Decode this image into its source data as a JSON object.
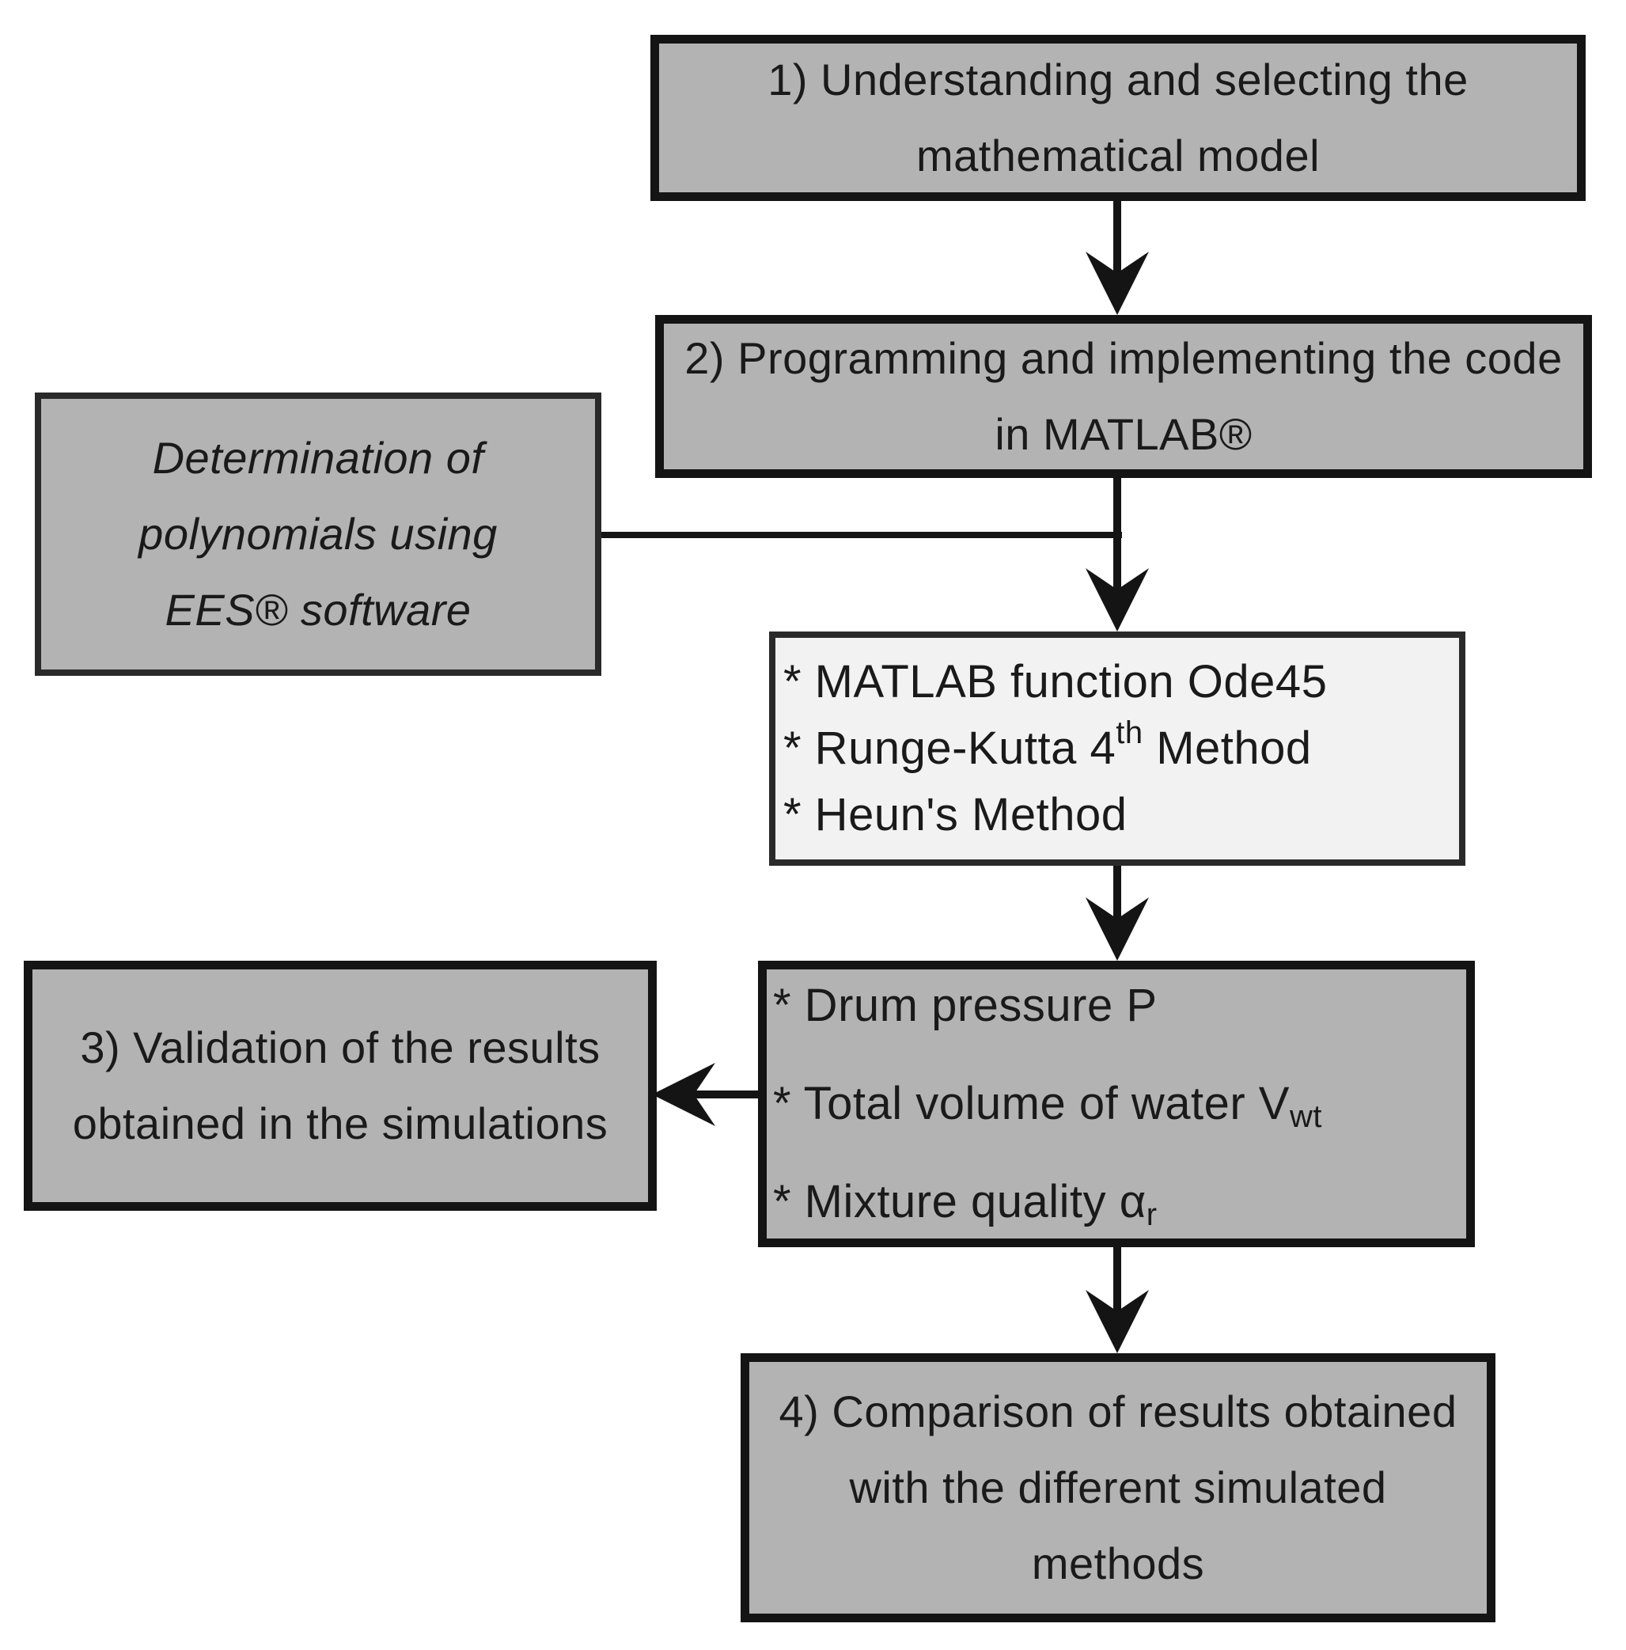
{
  "steps": {
    "step1": "1) Understanding and selecting the mathematical model",
    "step2": "2) Programming and implementing the code in MATLAB®",
    "ees": "Determination of polynomials using EES® software",
    "step3": "3) Validation of the results obtained in the simulations",
    "step4": "4) Comparison of results obtained with the different simulated methods"
  },
  "methods": {
    "ode45": "* MATLAB function Ode45",
    "rk4_prefix": "* Runge-Kutta 4",
    "rk4_sup": "th",
    "rk4_suffix": " Method",
    "heun": "* Heun's Method"
  },
  "outputs": {
    "pressure": "* Drum pressure P",
    "volume_prefix": "* Total volume of water V",
    "volume_sub": "wt",
    "quality_prefix": "* Mixture quality α",
    "quality_sub": "r"
  },
  "colors": {
    "box_fill": "#b3b3b3",
    "method_fill": "#f2f2f2",
    "stroke": "#141414"
  }
}
